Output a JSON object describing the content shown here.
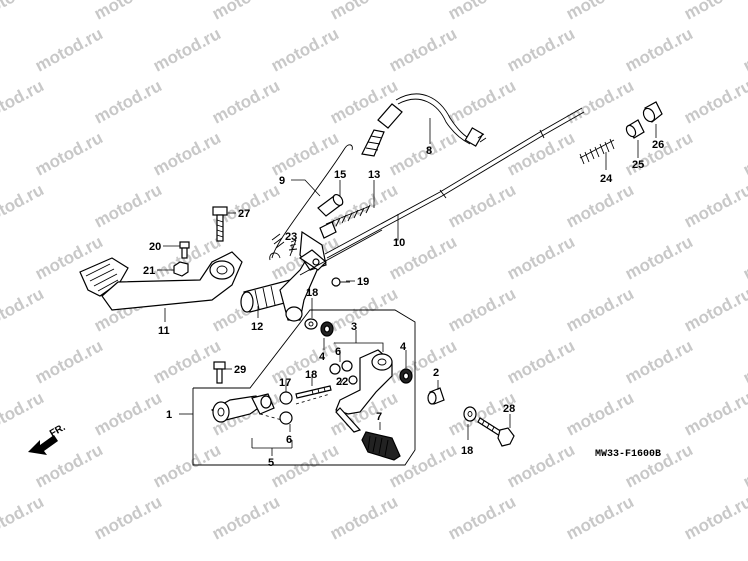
{
  "watermark": {
    "text": "motod.ru"
  },
  "diagram_code": "MW33-F1600B",
  "direction_label": "FR.",
  "callouts": [
    {
      "id": "1",
      "label": "1"
    },
    {
      "id": "2",
      "label": "2"
    },
    {
      "id": "3",
      "label": "3"
    },
    {
      "id": "4a",
      "label": "4"
    },
    {
      "id": "4b",
      "label": "4"
    },
    {
      "id": "5",
      "label": "5"
    },
    {
      "id": "6a",
      "label": "6"
    },
    {
      "id": "6b",
      "label": "6"
    },
    {
      "id": "7",
      "label": "7"
    },
    {
      "id": "8",
      "label": "8"
    },
    {
      "id": "9",
      "label": "9"
    },
    {
      "id": "10",
      "label": "10"
    },
    {
      "id": "11",
      "label": "11"
    },
    {
      "id": "12",
      "label": "12"
    },
    {
      "id": "13",
      "label": "13"
    },
    {
      "id": "15",
      "label": "15"
    },
    {
      "id": "17",
      "label": "17"
    },
    {
      "id": "18a",
      "label": "18"
    },
    {
      "id": "18b",
      "label": "18"
    },
    {
      "id": "18c",
      "label": "18"
    },
    {
      "id": "19",
      "label": "19"
    },
    {
      "id": "20",
      "label": "20"
    },
    {
      "id": "21",
      "label": "21"
    },
    {
      "id": "22",
      "label": "22"
    },
    {
      "id": "23",
      "label": "23"
    },
    {
      "id": "24",
      "label": "24"
    },
    {
      "id": "25",
      "label": "25"
    },
    {
      "id": "26",
      "label": "26"
    },
    {
      "id": "27",
      "label": "27"
    },
    {
      "id": "28",
      "label": "28"
    },
    {
      "id": "29",
      "label": "29"
    }
  ]
}
